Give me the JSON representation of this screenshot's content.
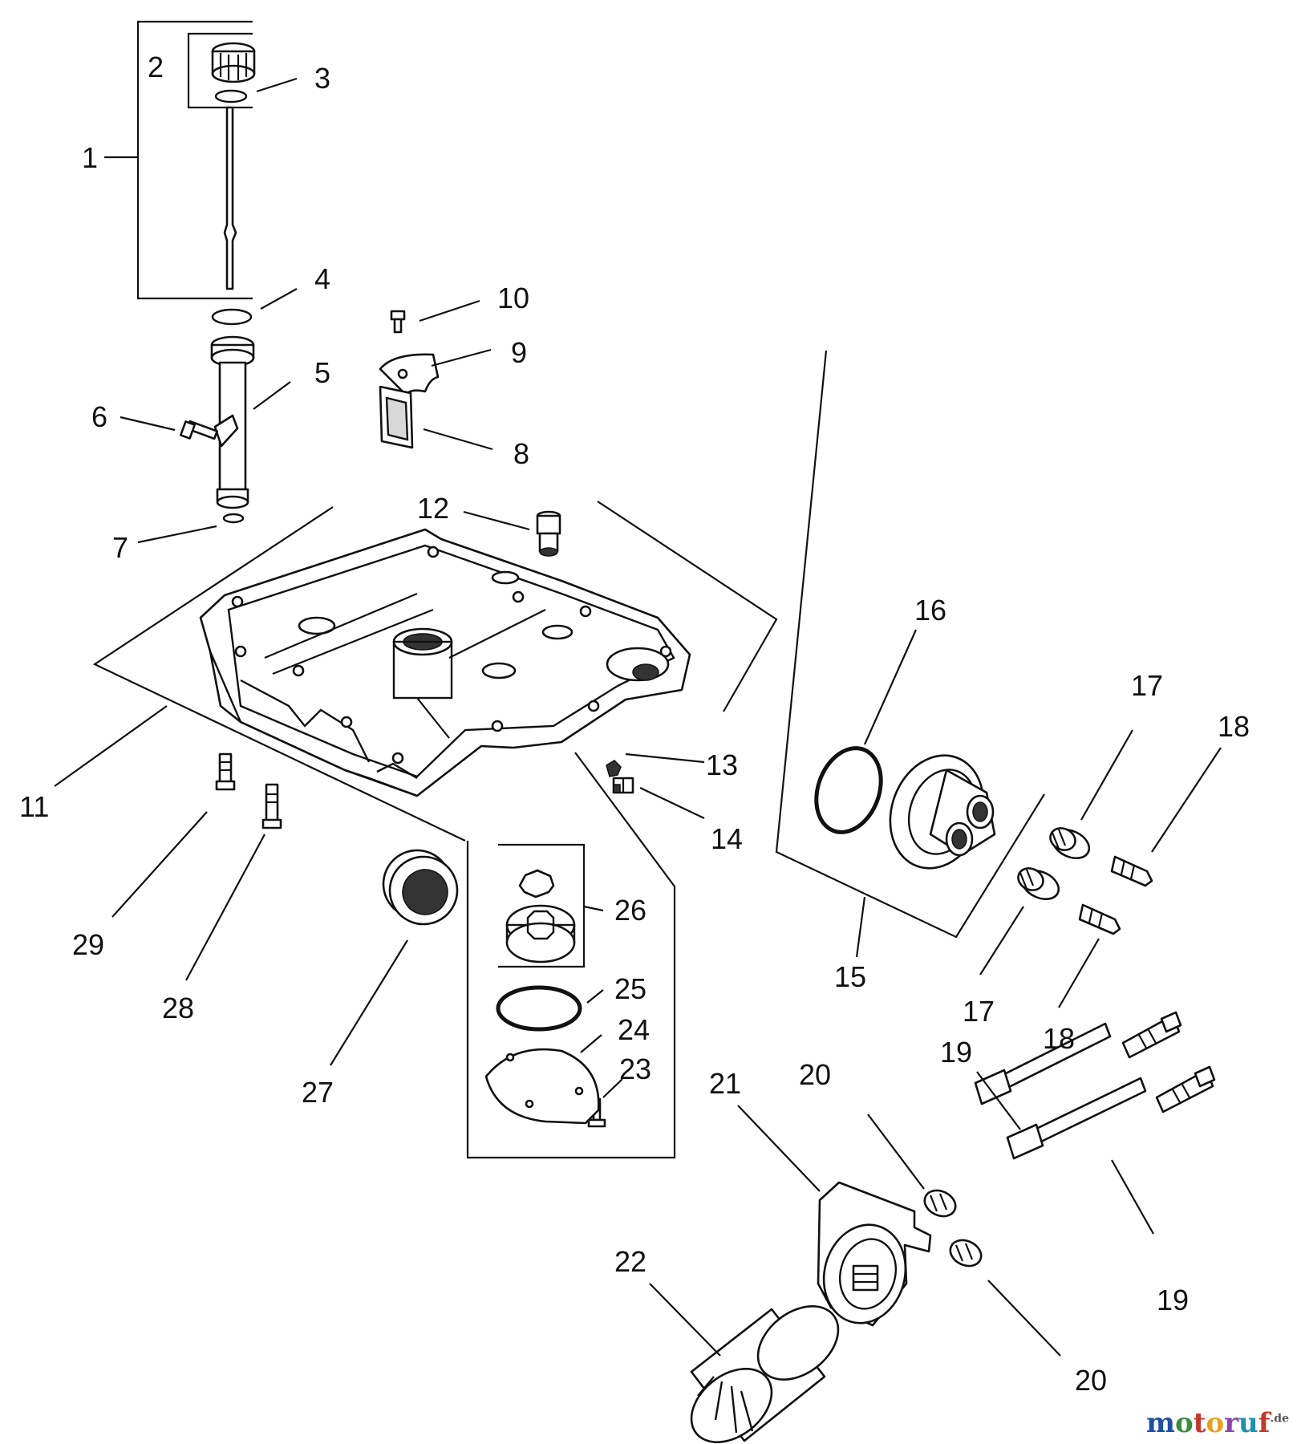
{
  "callouts": [
    "1",
    "2",
    "3",
    "4",
    "5",
    "6",
    "7",
    "8",
    "9",
    "10",
    "11",
    "12",
    "13",
    "14",
    "15",
    "16",
    "17",
    "17",
    "18",
    "18",
    "19",
    "19",
    "20",
    "20",
    "21",
    "22",
    "23",
    "24",
    "25",
    "26",
    "27",
    "28",
    "29"
  ],
  "watermark": {
    "brand_letters": [
      "m",
      "o",
      "t",
      "o",
      "r",
      "u",
      "f"
    ],
    "brand_colors": [
      "#1f4fa3",
      "#3d8c3a",
      "#c0392b",
      "#e6a01e",
      "#8e44ad",
      "#1f8fb0",
      "#c0392b"
    ],
    "tld": ".de"
  }
}
